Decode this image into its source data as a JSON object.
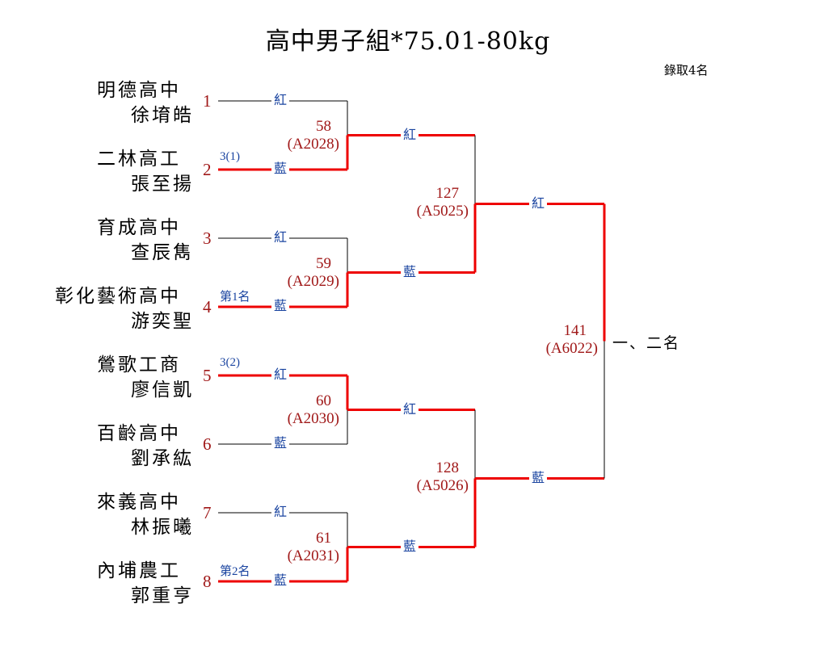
{
  "title": "高中男子組*75.01-80kg",
  "quota": "錄取4名",
  "entrants": [
    {
      "seed": "1",
      "school": "明德高中",
      "name": "徐堉皓",
      "note": ""
    },
    {
      "seed": "2",
      "school": "二林高工",
      "name": "張至揚",
      "note": "3(1)"
    },
    {
      "seed": "3",
      "school": "育成高中",
      "name": "查辰雋",
      "note": ""
    },
    {
      "seed": "4",
      "school": "彰化藝術高中",
      "name": "游奕聖",
      "note": "第1名"
    },
    {
      "seed": "5",
      "school": "鶯歌工商",
      "name": "廖信凱",
      "note": "3(2)"
    },
    {
      "seed": "6",
      "school": "百齡高中",
      "name": "劉承紘",
      "note": ""
    },
    {
      "seed": "7",
      "school": "來義高中",
      "name": "林振曦",
      "note": ""
    },
    {
      "seed": "8",
      "school": "內埔農工",
      "name": "郭重亨",
      "note": "第2名"
    }
  ],
  "corners": {
    "red": "紅",
    "blue": "藍"
  },
  "matches": [
    {
      "round": 1,
      "number": "58",
      "code": "(A2028)",
      "winner": "blue"
    },
    {
      "round": 1,
      "number": "59",
      "code": "(A2029)",
      "winner": "blue"
    },
    {
      "round": 1,
      "number": "60",
      "code": "(A2030)",
      "winner": "red"
    },
    {
      "round": 1,
      "number": "61",
      "code": "(A2031)",
      "winner": "blue"
    },
    {
      "round": 2,
      "number": "127",
      "code": "(A5025)",
      "winner": "blue"
    },
    {
      "round": 2,
      "number": "128",
      "code": "(A5026)",
      "winner": "blue"
    },
    {
      "round": 3,
      "number": "141",
      "code": "(A6022)",
      "winner": "red"
    }
  ],
  "final_label": "一、二名",
  "colors": {
    "win_line": "#ee0000",
    "line": "#000000",
    "seed": "#a01818",
    "corner": "#1a44a0",
    "match": "#a01818"
  }
}
